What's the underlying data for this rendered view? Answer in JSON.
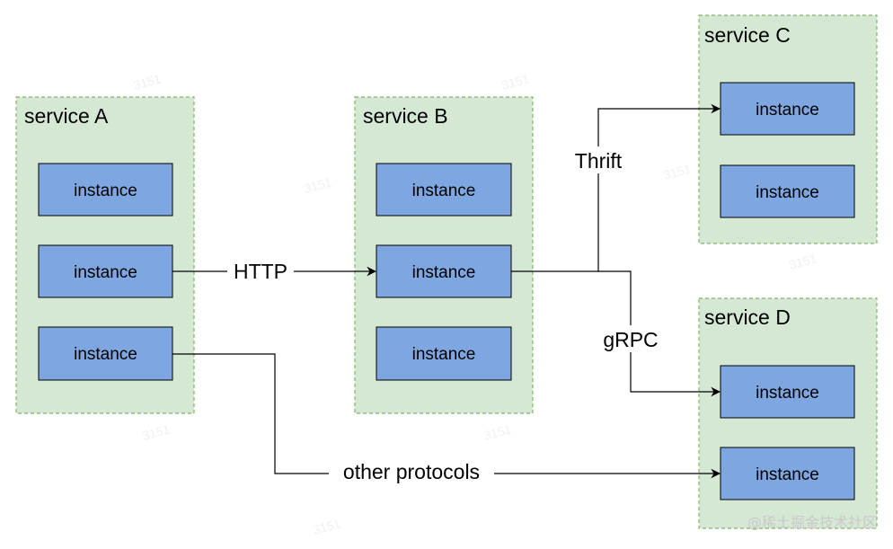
{
  "services": {
    "a": {
      "label": "service A",
      "instances": [
        "instance",
        "instance",
        "instance"
      ]
    },
    "b": {
      "label": "service B",
      "instances": [
        "instance",
        "instance",
        "instance"
      ]
    },
    "c": {
      "label": "service C",
      "instances": [
        "instance",
        "instance"
      ]
    },
    "d": {
      "label": "service D",
      "instances": [
        "instance",
        "instance"
      ]
    }
  },
  "edges": {
    "http": "HTTP",
    "thrift": "Thrift",
    "grpc": "gRPC",
    "other": "other protocols"
  },
  "watermark": "3151",
  "credit": "@稀土掘金技术社区",
  "colors": {
    "service_fill": "#d5e8d4",
    "service_border": "#82b366",
    "instance_fill": "#7ea6e0",
    "instance_border": "#000000",
    "edge": "#000000"
  }
}
